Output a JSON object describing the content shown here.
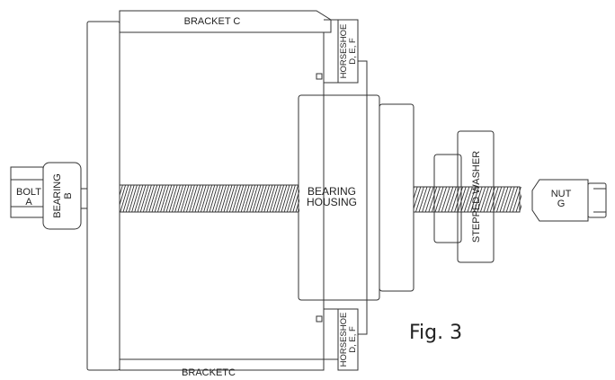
{
  "labels": {
    "bracket_top": "BRACKET C",
    "bracket_bottom": "BRACKETC",
    "horseshoe_top_line1": "HORSESHOE",
    "horseshoe_top_line2": "D, E, F",
    "horseshoe_bottom_line1": "HORSESHOE",
    "horseshoe_bottom_line2": "D, E, F",
    "bearing_housing_line1": "BEARING",
    "bearing_housing_line2": "HOUSING",
    "bolt_line1": "BOLT",
    "bolt_line2": "A",
    "bearing_b_line1": "BEARING",
    "bearing_b_line2": "B",
    "stepped_washer": "STEPPED WASHER",
    "nut_line1": "NUT",
    "nut_line2": "G",
    "figure": "Fig. 3"
  },
  "colors": {
    "stroke": "#333333",
    "background": "#ffffff"
  }
}
